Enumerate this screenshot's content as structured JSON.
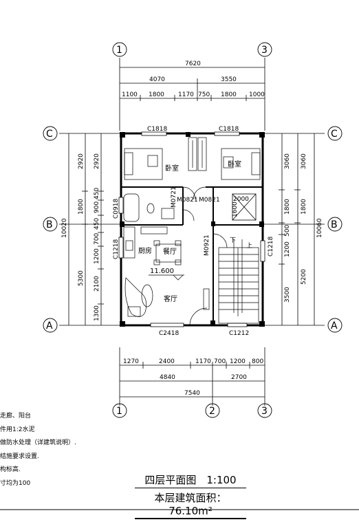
{
  "axes": {
    "top": [
      "1",
      "3"
    ],
    "bottom": [
      "1",
      "2",
      "3"
    ],
    "left": [
      "C",
      "B",
      "A"
    ],
    "right": [
      "C",
      "B",
      "A"
    ]
  },
  "dims_top": {
    "overall": "7620",
    "mid": [
      "4070",
      "3550"
    ],
    "detail": [
      "1100",
      "1800",
      "1170",
      "750",
      "1800",
      "1000"
    ]
  },
  "dims_bottom": {
    "detail": [
      "1270",
      "2400",
      "1170",
      "700",
      "1200",
      "800"
    ],
    "mid": [
      "4840",
      "2700"
    ],
    "overall": "7540"
  },
  "dims_left": {
    "overall": "10020",
    "mid": [
      "2920",
      "1800",
      "5300"
    ],
    "detail": [
      "2920",
      "450",
      "900",
      "450",
      "700",
      "1200",
      "2100",
      "1300"
    ]
  },
  "dims_right": {
    "overall": "10060",
    "mid": [
      "3060",
      "1800",
      "5200"
    ],
    "detail": [
      "3060",
      "1800",
      "500",
      "1200",
      "3500"
    ]
  },
  "openings": {
    "windows_top": [
      "C1818",
      "C1818"
    ],
    "windows_bottom": [
      "C2418",
      "C1212"
    ],
    "window_left_bath": "C0918",
    "window_left_kitchen": "C1218",
    "window_right_stair": "C1218",
    "doors": [
      "M0821",
      "M0821",
      "M0721",
      "M0921"
    ]
  },
  "rooms": {
    "bedroom_left": "卧室",
    "bedroom_right": "卧室",
    "kitchen": "厨房",
    "dining": "餐厅",
    "living": "客厅",
    "shaft": "2000",
    "shaft_side": "1600",
    "stair_up": "上",
    "stair_down": "下",
    "elevation": "11.600"
  },
  "notes": [
    "走廊、阳台",
    "件用1:2水泥",
    "做防水处理（详建筑说明）.",
    "结施要求设置.",
    "构标高.",
    "寸均为100"
  ],
  "title": {
    "name": "四层平面图　1:100",
    "area": "本层建筑面积：76.10m²"
  }
}
